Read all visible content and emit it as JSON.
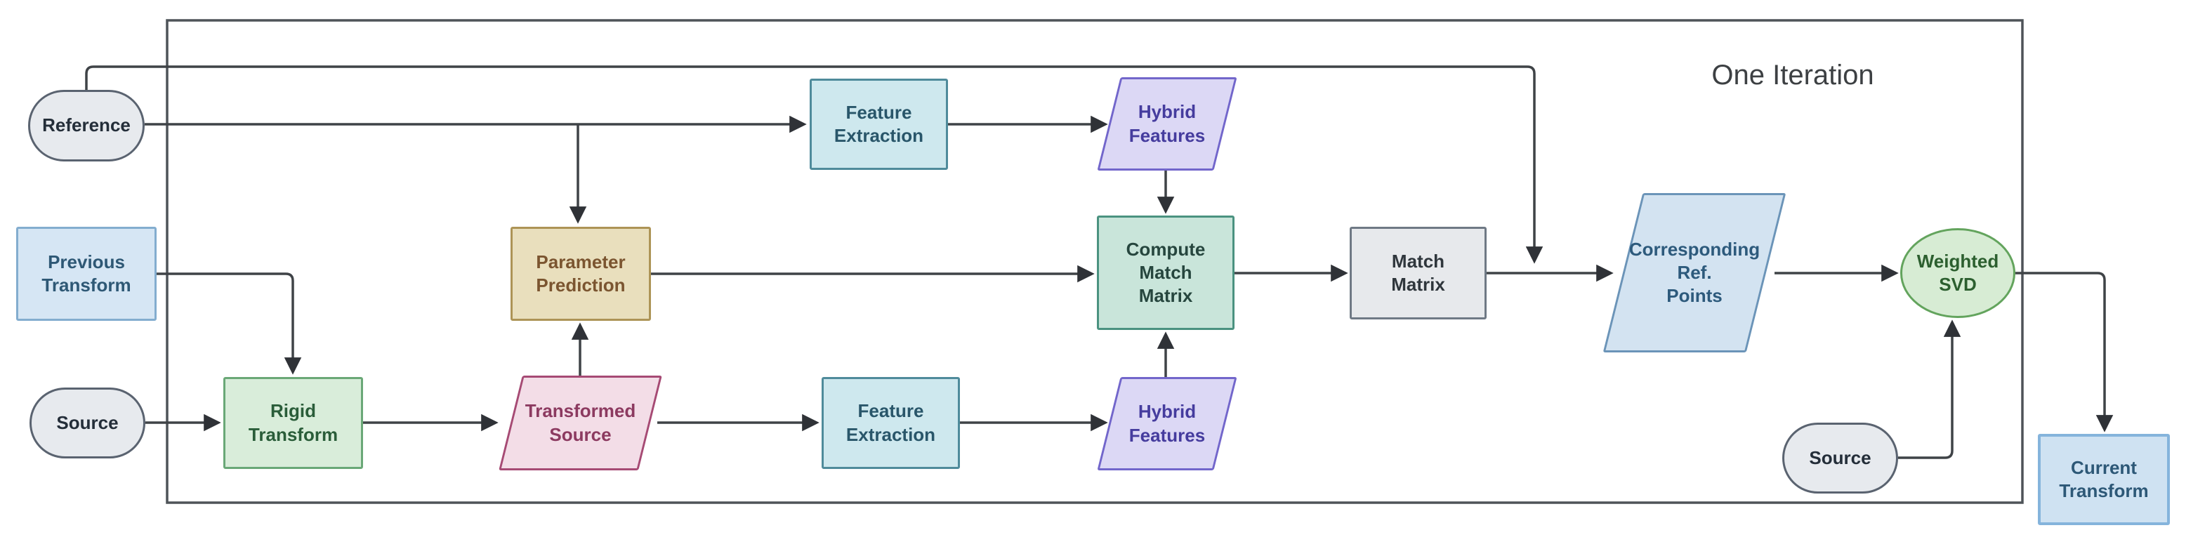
{
  "diagram": {
    "title": "One Iteration",
    "nodes": {
      "reference": {
        "label": "Reference",
        "shape": "stadium",
        "fill": "#e7eaee",
        "border": "#5a6370"
      },
      "previous_transform": {
        "label": "Previous\nTransform",
        "shape": "rect",
        "fill": "#d6e6f4",
        "border": "#83adcf"
      },
      "source_left": {
        "label": "Source",
        "shape": "stadium",
        "fill": "#e7eaee",
        "border": "#5a6370"
      },
      "rigid_transform": {
        "label": "Rigid\nTransform",
        "shape": "rect",
        "fill": "#d9edda",
        "border": "#6aa877"
      },
      "transformed_source": {
        "label": "Transformed\nSource",
        "shape": "parallelogram",
        "fill": "#f3dde7",
        "border": "#a64a74"
      },
      "parameter_prediction": {
        "label": "Parameter\nPrediction",
        "shape": "rect",
        "fill": "#e9dfbd",
        "border": "#ad9456"
      },
      "feature_extraction_top": {
        "label": "Feature\nExtraction",
        "shape": "rect",
        "fill": "#cee8ee",
        "border": "#4f8b9b"
      },
      "hybrid_features_top": {
        "label": "Hybrid\nFeatures",
        "shape": "parallelogram",
        "fill": "#dcd8f5",
        "border": "#7266cb"
      },
      "feature_extraction_bottom": {
        "label": "Feature\nExtraction",
        "shape": "rect",
        "fill": "#cee8ee",
        "border": "#4f8b9b"
      },
      "hybrid_features_bottom": {
        "label": "Hybrid\nFeatures",
        "shape": "parallelogram",
        "fill": "#dcd8f5",
        "border": "#7266cb"
      },
      "compute_match_matrix": {
        "label": "Compute\nMatch\nMatrix",
        "shape": "rect",
        "fill": "#c9e5da",
        "border": "#4a9280"
      },
      "match_matrix": {
        "label": "Match\nMatrix",
        "shape": "rect",
        "fill": "#e7e9ec",
        "border": "#6f7985"
      },
      "corresponding_ref_points": {
        "label": "Corresponding\nRef.\nPoints",
        "shape": "parallelogram",
        "fill": "#d3e3f1",
        "border": "#6b94b8"
      },
      "weighted_svd": {
        "label": "Weighted\nSVD",
        "shape": "ellipse",
        "fill": "#d7ecd4",
        "border": "#63a45d"
      },
      "source_right": {
        "label": "Source",
        "shape": "stadium",
        "fill": "#e7eaee",
        "border": "#5a6370"
      },
      "current_transform": {
        "label": "Current\nTransform",
        "shape": "rect",
        "fill": "#cfe2f2",
        "border": "#85b4dc"
      }
    },
    "edges": [
      {
        "from": "reference",
        "to": "corresponding_ref_points_input_junction"
      },
      {
        "from": "reference",
        "to": "feature_extraction_top"
      },
      {
        "from": "reference",
        "to": "parameter_prediction"
      },
      {
        "from": "previous_transform",
        "to": "rigid_transform"
      },
      {
        "from": "source_left",
        "to": "rigid_transform"
      },
      {
        "from": "rigid_transform",
        "to": "transformed_source"
      },
      {
        "from": "transformed_source",
        "to": "parameter_prediction"
      },
      {
        "from": "transformed_source",
        "to": "feature_extraction_bottom"
      },
      {
        "from": "parameter_prediction",
        "to": "compute_match_matrix"
      },
      {
        "from": "feature_extraction_top",
        "to": "hybrid_features_top"
      },
      {
        "from": "hybrid_features_top",
        "to": "compute_match_matrix"
      },
      {
        "from": "feature_extraction_bottom",
        "to": "hybrid_features_bottom"
      },
      {
        "from": "hybrid_features_bottom",
        "to": "compute_match_matrix"
      },
      {
        "from": "compute_match_matrix",
        "to": "match_matrix"
      },
      {
        "from": "match_matrix",
        "to": "corresponding_ref_points"
      },
      {
        "from": "corresponding_ref_points",
        "to": "weighted_svd"
      },
      {
        "from": "weighted_svd",
        "to": "current_transform"
      },
      {
        "from": "source_right",
        "to": "weighted_svd"
      }
    ],
    "line_color": "#3f4347",
    "box_border_color": "#4e5358"
  }
}
